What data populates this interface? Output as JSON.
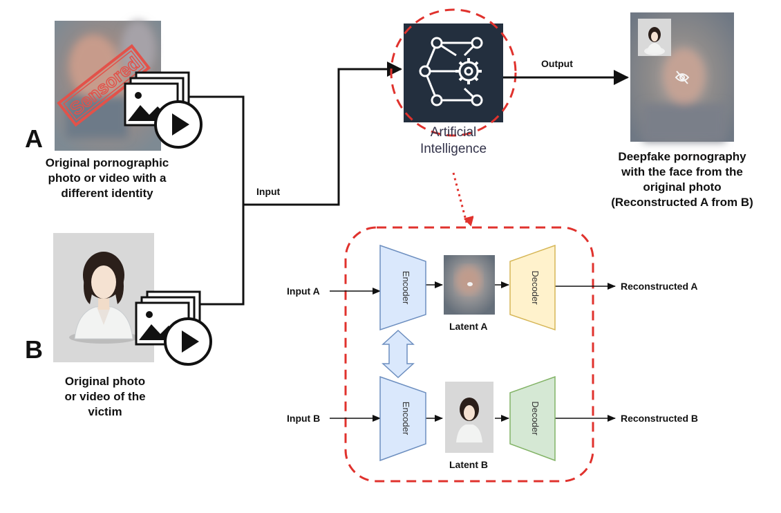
{
  "panel_a": {
    "letter": "A",
    "caption": [
      "Original pornographic",
      "photo or video with a",
      "different identity"
    ],
    "stamp": "Sensored"
  },
  "panel_b": {
    "letter": "B",
    "caption": [
      "Original photo",
      "or video of the",
      "victim"
    ]
  },
  "input_label": "Input",
  "output_label": "Output",
  "ai": {
    "lines": [
      "Artificial",
      "Intelligence"
    ],
    "icon": "neural-network-gear-icon"
  },
  "result": {
    "caption": [
      "Deepfake pornography",
      "with the face from the",
      "original photo",
      "(Reconstructed A from B)"
    ],
    "icon": "hidden-eye-icon"
  },
  "autoencoder": {
    "input_a": "Input A",
    "input_b": "Input B",
    "encoder": "Encoder",
    "decoder": "Decoder",
    "latent_a": "Latent A",
    "latent_b": "Latent B",
    "output_a": "Reconstructed A",
    "output_b": "Reconstructed B"
  },
  "colors": {
    "dashed_red": "#e0322d",
    "ai_box": "#232f3e",
    "encoder_fill": "#dae8fc",
    "encoder_stroke": "#6c8ebf",
    "decoder_a_fill": "#fff2cc",
    "decoder_a_stroke": "#d6b656",
    "decoder_b_fill": "#d5e8d4",
    "decoder_b_stroke": "#82b366"
  }
}
